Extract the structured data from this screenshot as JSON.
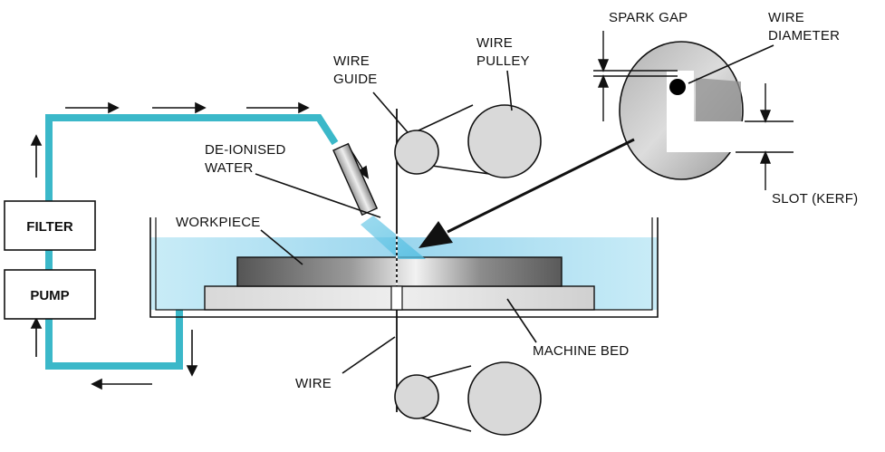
{
  "labels": {
    "filter": "FILTER",
    "pump": "PUMP",
    "wire_guide_1": "WIRE",
    "wire_guide_2": "GUIDE",
    "wire_pulley_1": "WIRE",
    "wire_pulley_2": "PULLEY",
    "deionised_1": "DE-IONISED",
    "deionised_2": "WATER",
    "workpiece": "WORKPIECE",
    "machine_bed": "MACHINE BED",
    "wire": "WIRE",
    "spark_gap": "SPARK GAP",
    "wire_diameter_1": "WIRE",
    "wire_diameter_2": "DIAMETER",
    "slot_kerf": "SLOT (KERF)"
  },
  "colors": {
    "water_pipe": "#3bb8c9",
    "tank_water": "#bfe6f5",
    "pulley_fill": "#d9d9d9",
    "outline": "#111111"
  }
}
